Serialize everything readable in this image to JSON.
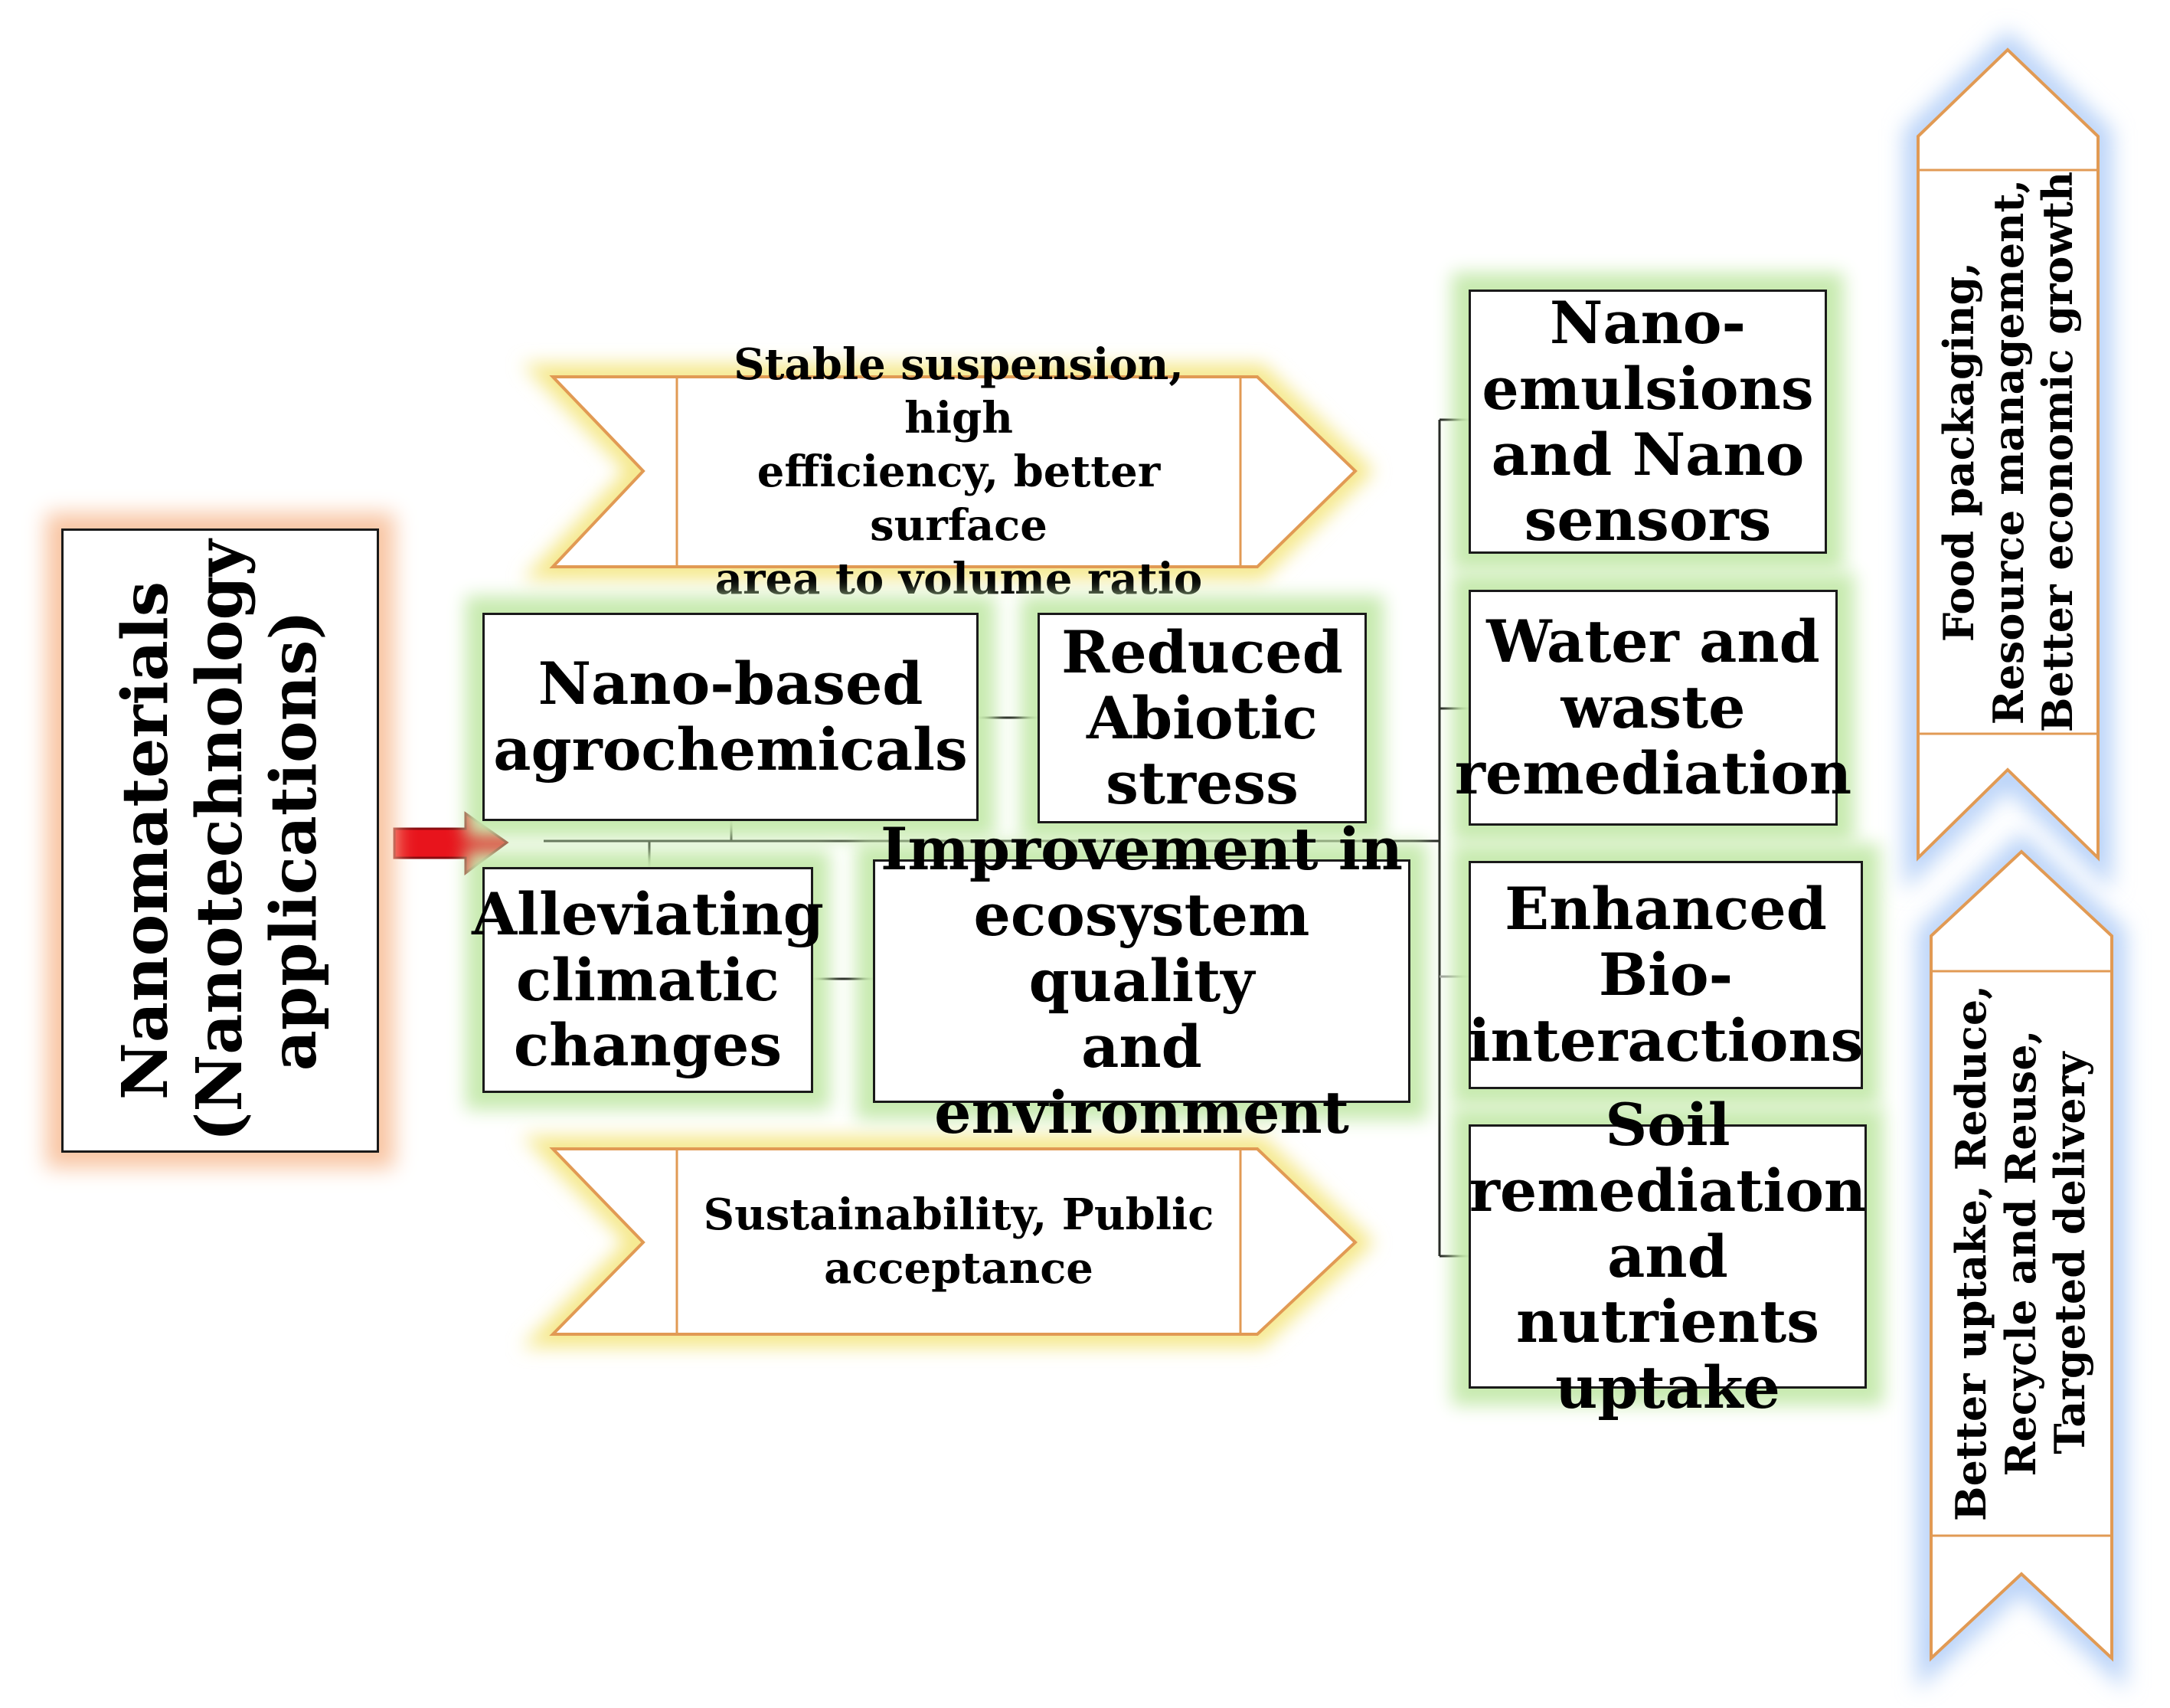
{
  "main": {
    "title": "Nanomaterials\n(Nanotechnology\napplications)"
  },
  "banners": {
    "top": "Stable suspension, high\nefficiency, better surface\narea to volume ratio",
    "bottom": "Sustainability, Public\nacceptance"
  },
  "center_boxes": {
    "agrochemicals": "Nano-based\nagrochemicals",
    "abiotic": "Reduced\nAbiotic\nstress",
    "climatic": "Alleviating\nclimatic\nchanges",
    "ecosystem": "Improvement in\necosystem quality\nand environment"
  },
  "right_boxes": {
    "emulsions": "Nano-\nemulsions\nand Nano\nsensors",
    "water": "Water and\nwaste\nremediation",
    "bio": "Enhanced\nBio-\ninteractions",
    "soil": "Soil\nremediation\nand nutrients\nuptake"
  },
  "side_arrows": {
    "up": "Food packaging,\nResource management,\nBetter economic growth",
    "down": "Better uptake, Reduce,\nRecycle and Reuse,\nTargeted delivery"
  },
  "colors": {
    "orange_glow": "#f9c6a4",
    "yellow_glow": "#f5e88a",
    "green_glow": "#c8ebb0",
    "blue_glow": "#b8d2f8",
    "arrow": "#d9534a",
    "red_arrow": "#e8141c"
  }
}
